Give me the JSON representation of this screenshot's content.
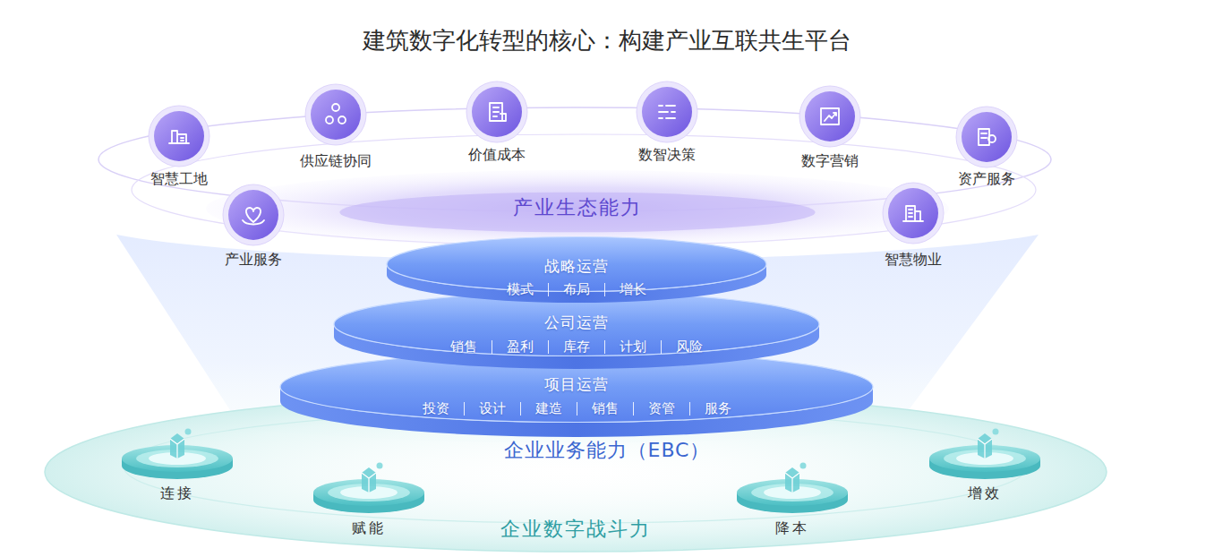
{
  "diagram": {
    "title": "建筑数字化转型的核心：构建产业互联共生平台",
    "nodes": [
      {
        "text": [
          "产业生态能力"
        ]
      },
      {
        "text": [
          "智慧工地"
        ]
      },
      {
        "text": [
          "供应链协同"
        ]
      },
      {
        "text": [
          "价值成本"
        ]
      },
      {
        "text": [
          "数智决策"
        ]
      },
      {
        "text": [
          "数字营销"
        ]
      },
      {
        "text": [
          "资产服务"
        ]
      },
      {
        "text": [
          "产业服务"
        ]
      },
      {
        "text": [
          "智慧物业"
        ]
      },
      {
        "text": [
          "战略运营",
          "模式",
          "布局",
          "增长"
        ]
      },
      {
        "text": [
          "公司运营",
          "销售",
          "盈利",
          "库存",
          "计划",
          "风险"
        ]
      },
      {
        "text": [
          "项目运营",
          "投资",
          "设计",
          "建造",
          "销售",
          "资管",
          "服务"
        ]
      },
      {
        "text": [
          "企业数字战斗力"
        ]
      },
      {
        "text": [
          "连接"
        ]
      },
      {
        "text": [
          "赋能"
        ]
      },
      {
        "text": [
          "降本"
        ]
      },
      {
        "text": [
          "增效"
        ]
      }
    ],
    "labels": [
      "企业业务能力（EBC）"
    ]
  }
}
